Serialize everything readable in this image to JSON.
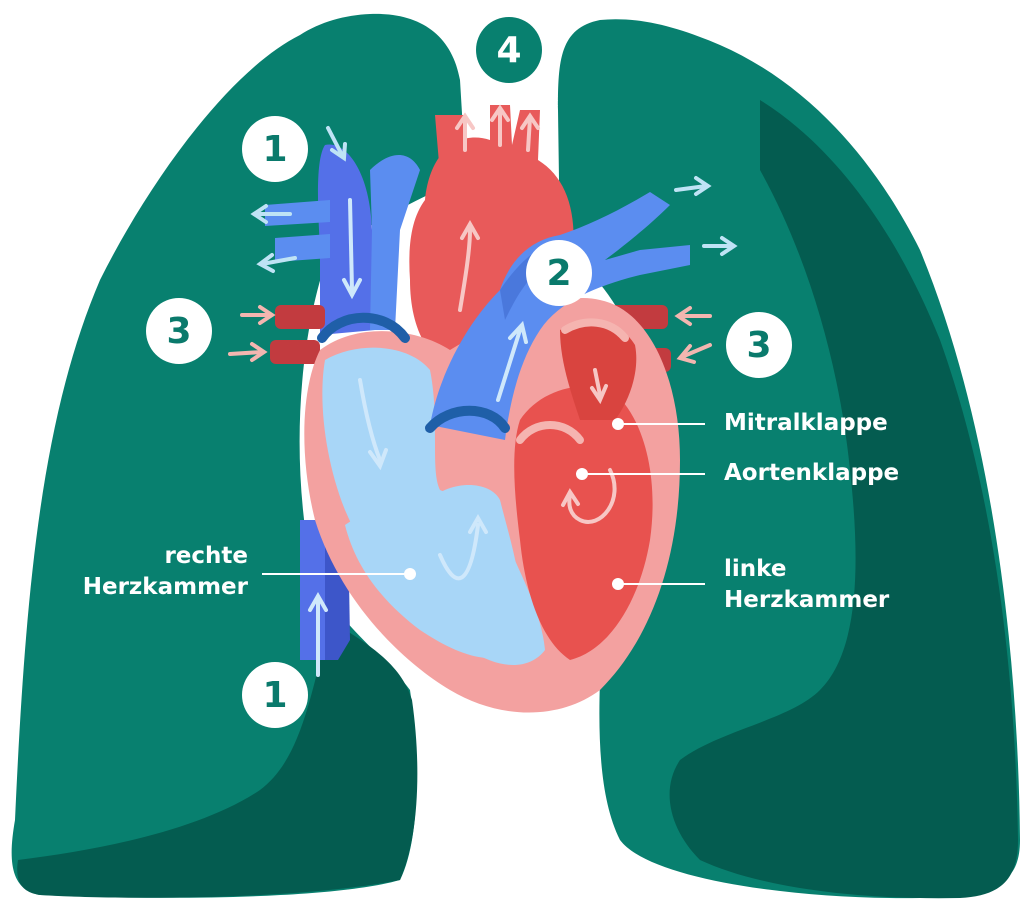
{
  "colors": {
    "lung_main": "#08806f",
    "lung_shadow": "#045c50",
    "vein_blue": "#5470e8",
    "artery_blue": "#5b8df0",
    "right_chamber": "#a8d6f7",
    "heart_wall": "#f3a1a0",
    "aorta_red": "#e85a5a",
    "left_chamber": "#e8524f",
    "pulm_vein_red": "#c23b3f",
    "valve_blue": "#1f5fa8"
  },
  "markers": {
    "m1_top": "1",
    "m1_bottom": "1",
    "m2": "2",
    "m3_left": "3",
    "m3_right": "3",
    "m4": "4"
  },
  "labels": {
    "mitral": "Mitralklappe",
    "aortic": "Aortenklappe",
    "left_chamber_line1": "linke",
    "left_chamber_line2": "Herzkammer",
    "right_chamber_line1": "rechte",
    "right_chamber_line2": "Herzkammer"
  }
}
